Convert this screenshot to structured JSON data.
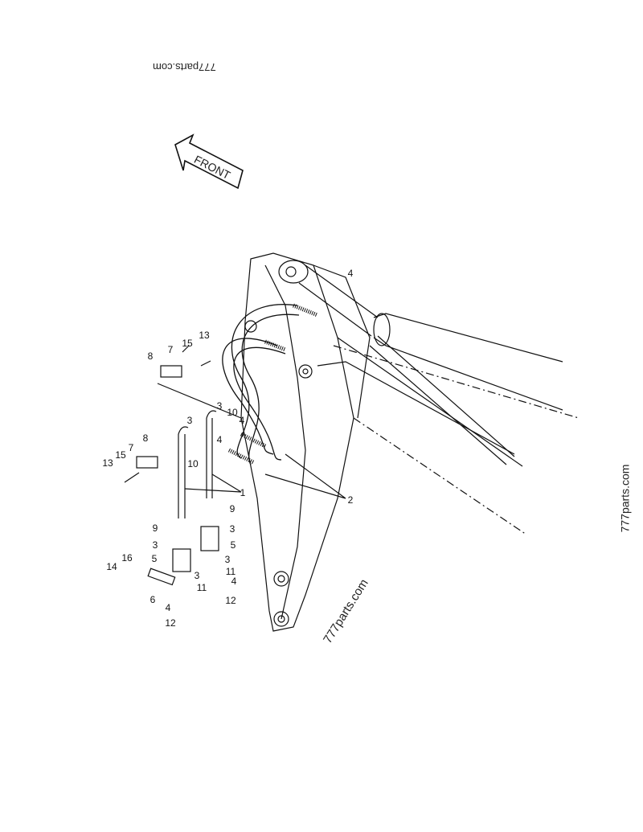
{
  "watermarks": [
    "777parts.com",
    "777parts.com",
    "777parts.com"
  ],
  "front_arrow": {
    "label": "FRONT"
  },
  "callouts": [
    "4",
    "13",
    "15",
    "7",
    "8",
    "3",
    "10",
    "4",
    "3",
    "8",
    "7",
    "15",
    "13",
    "10",
    "4",
    "1",
    "2",
    "9",
    "3",
    "9",
    "3",
    "5",
    "5",
    "3",
    "16",
    "14",
    "3",
    "11",
    "4",
    "6",
    "11",
    "4",
    "12",
    "12"
  ],
  "colors": {
    "line": "#111111",
    "background": "#ffffff"
  }
}
